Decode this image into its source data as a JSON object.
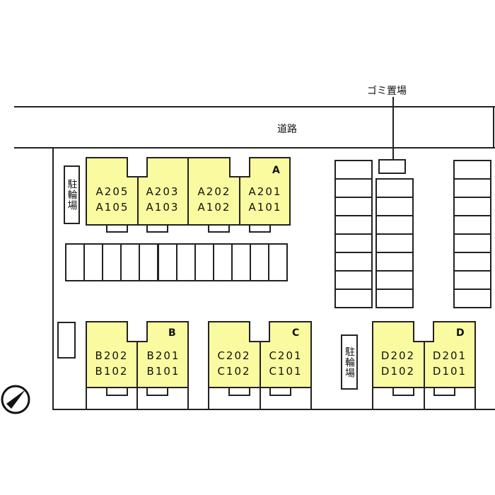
{
  "road_label": "道路",
  "garbage_label": "ゴミ置場",
  "bicycle_label": "駐輪場",
  "buildings": [
    {
      "name": "A",
      "units": [
        [
          "A205",
          "A105"
        ],
        [
          "A203",
          "A103"
        ],
        [
          "A202",
          "A102"
        ],
        [
          "A201",
          "A101"
        ]
      ]
    },
    {
      "name": "B",
      "units": [
        [
          "B202",
          "B102"
        ],
        [
          "B201",
          "B101"
        ]
      ]
    },
    {
      "name": "C",
      "units": [
        [
          "C202",
          "C102"
        ],
        [
          "C201",
          "C101"
        ]
      ]
    },
    {
      "name": "D",
      "units": [
        [
          "D202",
          "D102"
        ],
        [
          "D201",
          "D101"
        ]
      ]
    }
  ],
  "colors": {
    "building": "#fafaa0",
    "line": "#222222"
  }
}
